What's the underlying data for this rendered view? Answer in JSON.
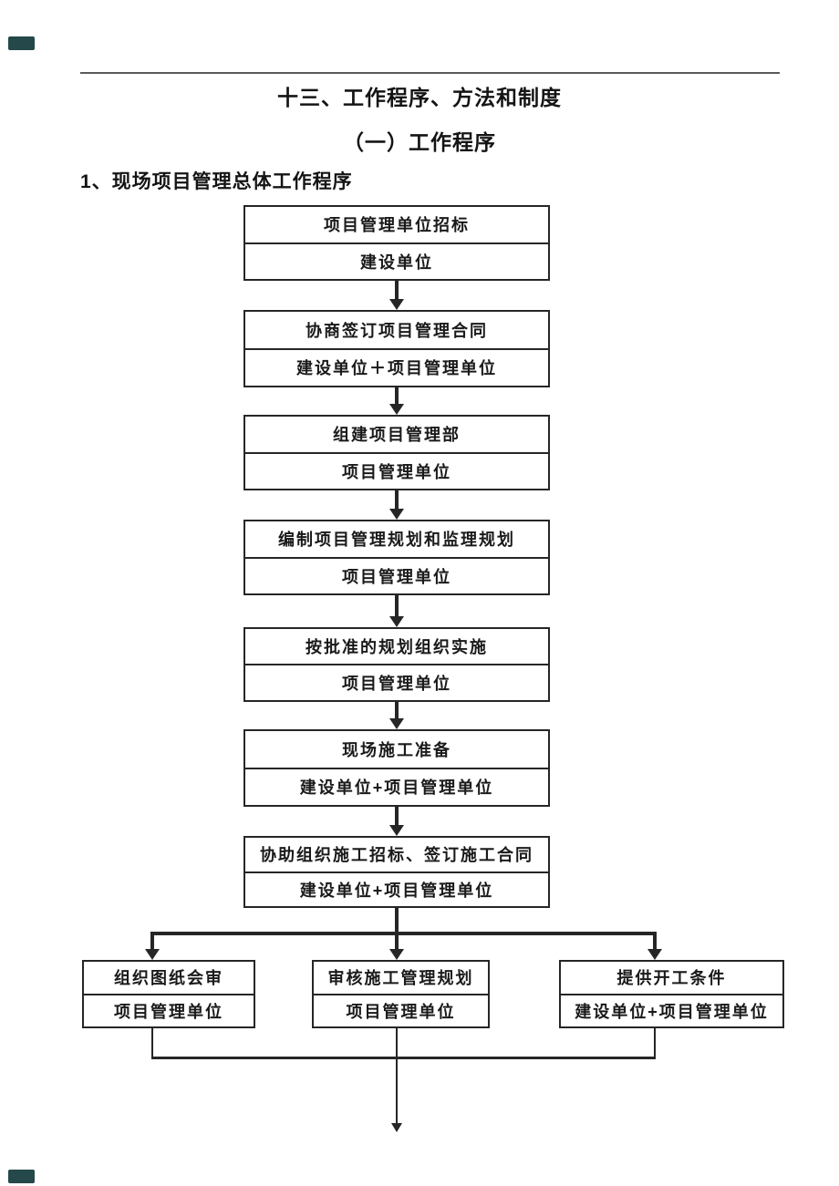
{
  "page": {
    "title": "十三、工作程序、方法和制度",
    "subtitle": "（一）工作程序",
    "section_heading": "1、现场项目管理总体工作程序"
  },
  "flowchart": {
    "main_steps": [
      {
        "step": "项目管理单位招标",
        "actor": "建设单位"
      },
      {
        "step": "协商签订项目管理合同",
        "actor": "建设单位＋项目管理单位"
      },
      {
        "step": "组建项目管理部",
        "actor": "项目管理单位"
      },
      {
        "step": "编制项目管理规划和监理规划",
        "actor": "项目管理单位"
      },
      {
        "step": "按批准的规划组织实施",
        "actor": "项目管理单位"
      },
      {
        "step": "现场施工准备",
        "actor": "建设单位+项目管理单位"
      },
      {
        "step": "协助组织施工招标、签订施工合同",
        "actor": "建设单位+项目管理单位"
      }
    ],
    "branch_steps": [
      {
        "step": "组织图纸会审",
        "actor": "项目管理单位"
      },
      {
        "step": "审核施工管理规划",
        "actor": "项目管理单位"
      },
      {
        "step": "提供开工条件",
        "actor": "建设单位+项目管理单位"
      }
    ]
  },
  "colors": {
    "line": "#262626",
    "text": "#141414",
    "corner_marker": "#25484a",
    "background": "#ffffff"
  }
}
